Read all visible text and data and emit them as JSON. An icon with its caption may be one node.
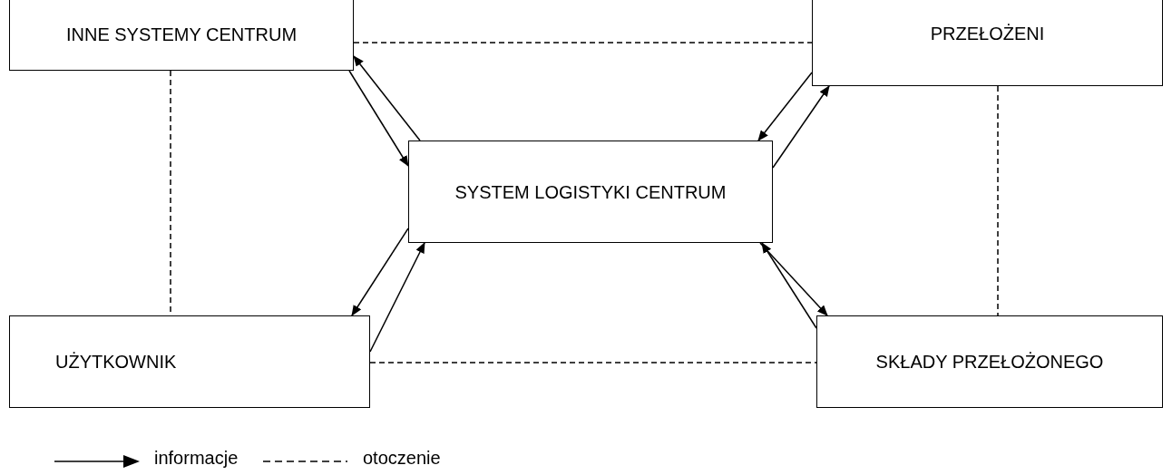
{
  "diagram": {
    "nodes": [
      {
        "text": [
          "INNE SYSTEMY CENTRUM"
        ]
      },
      {
        "text": [
          "PRZEŁOŻENI"
        ]
      },
      {
        "text": [
          "SYSTEM LOGISTYKI CENTRUM"
        ]
      },
      {
        "text": [
          "UŻYTKOWNIK"
        ]
      },
      {
        "text": [
          "SKŁADY PRZEŁOŻONEGO"
        ]
      }
    ],
    "edges": [
      {
        "from": 0,
        "to": 2,
        "arrow": "to"
      },
      {
        "from": 2,
        "to": 0,
        "arrow": "to"
      },
      {
        "from": 1,
        "to": 2,
        "arrow": "to"
      },
      {
        "from": 2,
        "to": 1,
        "arrow": "to"
      },
      {
        "from": 3,
        "to": 2,
        "arrow": "to"
      },
      {
        "from": 2,
        "to": 3,
        "arrow": "to"
      },
      {
        "from": 2,
        "to": 4,
        "arrow": "to"
      },
      {
        "from": 4,
        "to": 2,
        "arrow": "to"
      },
      {
        "from": 0,
        "to": 1,
        "arrow": "none",
        "style": "dashed"
      },
      {
        "from": 0,
        "to": 3,
        "arrow": "none",
        "style": "dashed"
      },
      {
        "from": 1,
        "to": 4,
        "arrow": "none",
        "style": "dashed"
      },
      {
        "from": 3,
        "to": 4,
        "arrow": "none",
        "style": "dashed"
      }
    ],
    "legend": [
      {
        "text": "informacje"
      },
      {
        "text": "otoczenie"
      }
    ]
  }
}
